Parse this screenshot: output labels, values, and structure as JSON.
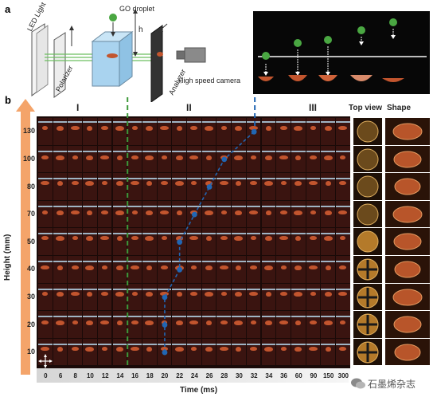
{
  "panel_a": {
    "label": "a",
    "led_label": "LED Light",
    "polarizer_label": "Polarizer",
    "droplet_label": "GO droplet",
    "height_label": "h",
    "analyzer_label": "Analyzer",
    "camera_label": "High speed camera"
  },
  "panel_b": {
    "label": "b",
    "phases": [
      "I",
      "II",
      "III"
    ],
    "top_view_label": "Top view",
    "shape_label": "Shape",
    "ylabel": "Height (mm)",
    "xlabel": "Time (ms)",
    "height_ticks": [
      "130",
      "100",
      "80",
      "70",
      "50",
      "40",
      "30",
      "20",
      "10"
    ],
    "time_ticks": [
      "0",
      "6",
      "8",
      "10",
      "12",
      "14",
      "16",
      "18",
      "20",
      "22",
      "24",
      "26",
      "28",
      "30",
      "32",
      "34",
      "36",
      "60",
      "90",
      "150",
      "300"
    ]
  },
  "watermark": {
    "text": "石墨烯杂志"
  },
  "colors": {
    "green_line": "#3e9a3a",
    "blue_line": "#2166b3",
    "axis_arrow": "#f4a46a",
    "droplet": "#c2552e",
    "droplet_green": "#4aa742"
  },
  "chart_data": {
    "type": "scatter",
    "title": "",
    "xlabel": "Time (ms)",
    "ylabel": "Height (mm)",
    "x": [
      "20",
      "20",
      "20",
      "22",
      "22",
      "24",
      "26",
      "28",
      "32"
    ],
    "y": [
      "10",
      "20",
      "30",
      "40",
      "50",
      "70",
      "80",
      "100",
      "130"
    ],
    "x_categories": [
      "0",
      "6",
      "8",
      "10",
      "12",
      "14",
      "16",
      "18",
      "20",
      "22",
      "24",
      "26",
      "28",
      "30",
      "32",
      "34",
      "36",
      "60",
      "90",
      "150",
      "300"
    ],
    "y_categories": [
      "10",
      "20",
      "30",
      "40",
      "50",
      "70",
      "80",
      "100",
      "130"
    ]
  }
}
